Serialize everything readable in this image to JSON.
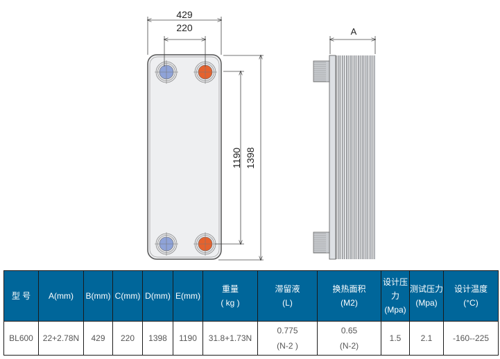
{
  "drawing": {
    "dim_overall_width": "429",
    "dim_port_spacing": "220",
    "dim_port_height": "1190",
    "dim_overall_height": "1398",
    "dim_thickness": "A",
    "colors": {
      "cold_port": "#8fa3d8",
      "hot_port": "#e5622e",
      "plate": "#eeeff1"
    }
  },
  "table": {
    "headers": [
      [
        "型 号"
      ],
      [
        "A(mm)"
      ],
      [
        "B(mm)"
      ],
      [
        "C(mm)"
      ],
      [
        "D(mm)"
      ],
      [
        "E(mm)"
      ],
      [
        "重量",
        "( kg )"
      ],
      [
        "滞留液",
        "(L)"
      ],
      [
        "换热面积",
        "(M2)"
      ],
      [
        "设计压",
        "力",
        "(Mpa)"
      ],
      [
        "测试压力",
        "(Mpa)"
      ],
      [
        "设计温度",
        "(°C)"
      ]
    ],
    "row": [
      [
        "BL600"
      ],
      [
        "22+2.78N"
      ],
      [
        "429"
      ],
      [
        "220"
      ],
      [
        "1398"
      ],
      [
        "1190"
      ],
      [
        "31.8+1.73N"
      ],
      [
        "0.775",
        "(N-2 )"
      ],
      [
        "0.65",
        "(N-2)"
      ],
      [
        "1.5"
      ],
      [
        "2.1"
      ],
      [
        "-160--225"
      ]
    ]
  }
}
